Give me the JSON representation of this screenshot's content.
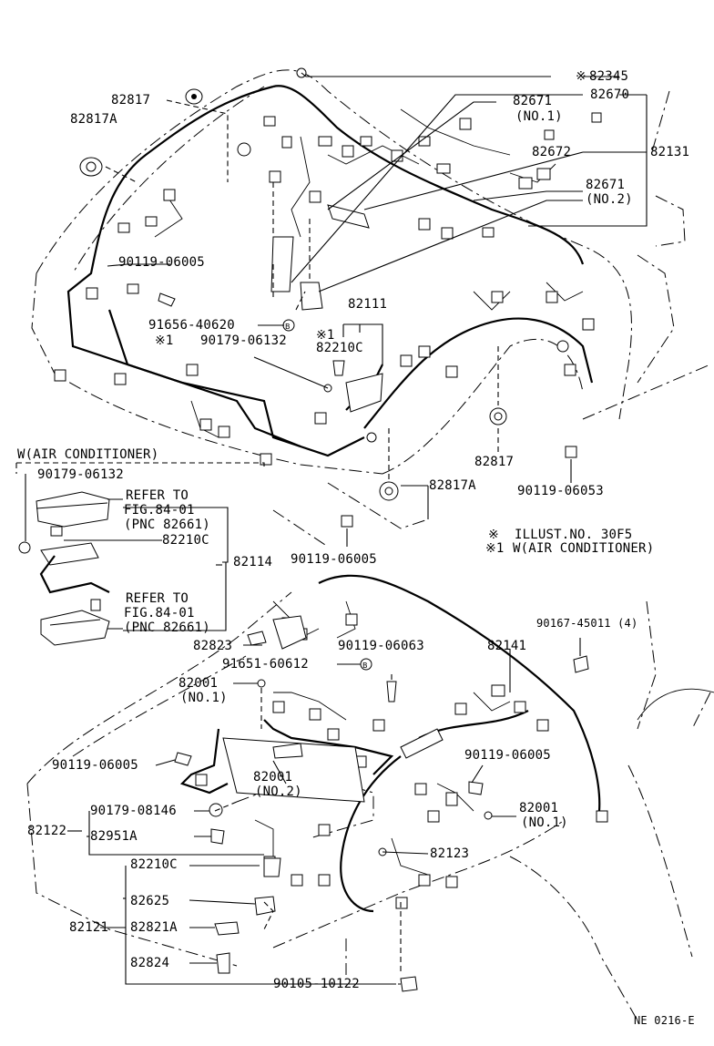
{
  "labels": {
    "p82345": "82345",
    "p82345_mark": "※",
    "p82670": "82670",
    "p82671_1": "82671",
    "p82671_1_sub": "(NO.1)",
    "p82817_top": "82817",
    "p82817A_top": "82817A",
    "p82672": "82672",
    "p82131": "82131",
    "p82671_2": "82671",
    "p82671_2_sub": "(NO.2)",
    "p90119_06005_a": "90119-06005",
    "p82111": "82111",
    "p91656_40620": "91656-40620",
    "mark1_a": "※1",
    "p82210C_a": "82210C",
    "mark1_b": "※1",
    "p90179_06132_a": "90179-06132",
    "p82817_mid": "82817",
    "p90119_06053": "90119-06053",
    "w_ac": "W(AIR CONDITIONER)",
    "p90179_06132_b": "90179-06132",
    "refer1_line1": "REFER TO",
    "refer1_line2": "FIG.84-01",
    "refer1_line3": "(PNC 82661)",
    "p82210C_b": "82210C",
    "p82114": "82114",
    "refer2_line1": "REFER TO",
    "refer2_line2": "FIG.84-01",
    "refer2_line3": "(PNC 82661)",
    "p82817A_mid": "82817A",
    "p90119_06005_b": "90119-06005",
    "legend_mark1": "※",
    "legend_text1": "ILLUST.NO. 30F5",
    "legend_mark2": "※1",
    "legend_text2": "W(AIR CONDITIONER)",
    "p90167_45011": "90167-45011 (4)",
    "p82823": "82823",
    "p90119_06063": "90119-06063",
    "p82141": "82141",
    "p91651_60612": "91651-60612",
    "p82001_a": "82001",
    "p82001_a_sub": "(NO.1)",
    "p90119_06005_c": "90119-06005",
    "p82001_b": "82001",
    "p82001_b_sub": "(NO.2)",
    "p90119_06005_d": "90119-06005",
    "p90179_08146": "90179-08146",
    "p82122": "82122",
    "p82951A": "82951A",
    "p82001_c": "82001",
    "p82001_c_sub": "(NO.1)",
    "p82123": "82123",
    "p82210C_c": "82210C",
    "p82625": "82625",
    "p82121": "82121",
    "p82821A": "82821A",
    "p82824": "82824",
    "p90105_10122": "90105-10122",
    "footer_code": "NE 0216-E"
  }
}
